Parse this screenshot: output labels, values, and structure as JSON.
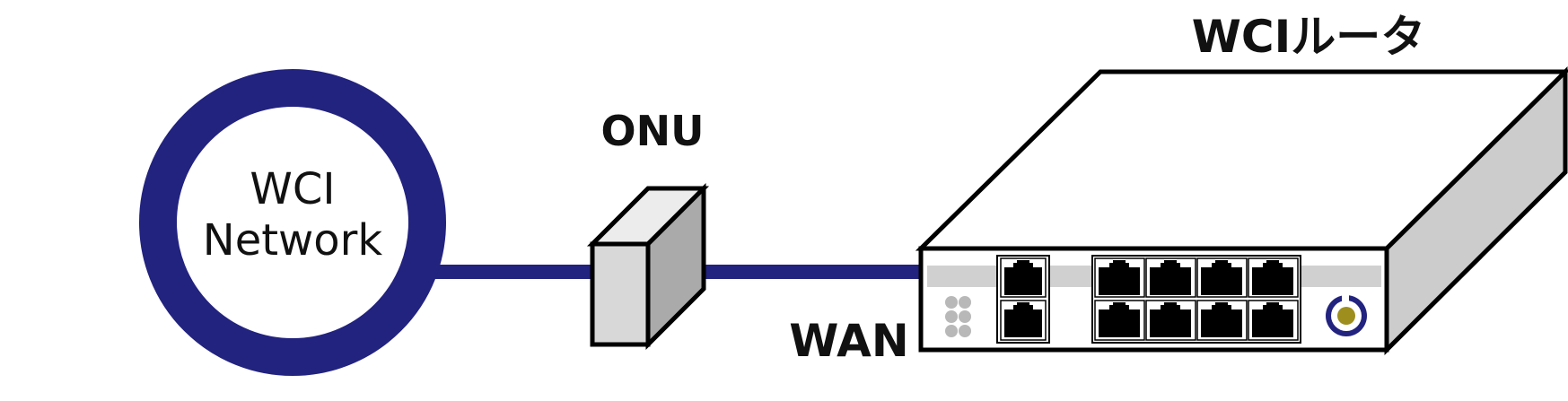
{
  "network": {
    "line1": "WCI",
    "line2": "Network",
    "color": "#22227f"
  },
  "onu": {
    "label": "ONU"
  },
  "router": {
    "label": "WCIルータ",
    "port_label": "WAN",
    "logo_color": "#22227f",
    "logo_dot_color": "#9e8e1e"
  },
  "colors": {
    "cable": "#22227f",
    "box_front": "#d8d8d8",
    "box_side": "#aaaaaa",
    "router_side": "#cccccc",
    "outline": "#000000"
  }
}
